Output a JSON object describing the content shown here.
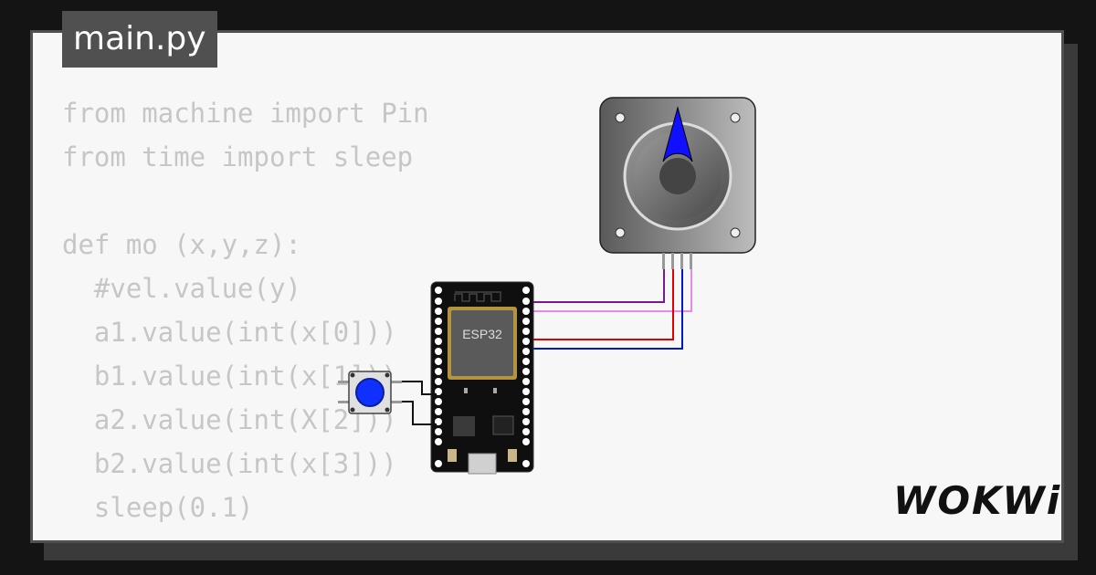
{
  "file_tab": {
    "label": "main.py"
  },
  "code": {
    "lines": [
      "from machine import Pin",
      "from time import sleep",
      "",
      "def mo (x,y,z):",
      "  #vel.value(y)",
      "  a1.value(int(x[0]))",
      "  b1.value(int(x[1]))",
      "  a2.value(int(X[2]))",
      "  b2.value(int(x[3]))",
      "  sleep(0.1)"
    ]
  },
  "board": {
    "chip_label": "ESP32"
  },
  "brand": {
    "logo": "WOKWi"
  },
  "colors": {
    "wire_purple": "#7a1a8a",
    "wire_pink": "#e58ae6",
    "wire_red": "#e00000",
    "wire_blue": "#0018c8",
    "button_cap": "#1030ff",
    "motor_needle": "#1010ff"
  },
  "icons": [
    "stepper-motor-icon",
    "push-button-icon",
    "esp32-board-icon"
  ]
}
